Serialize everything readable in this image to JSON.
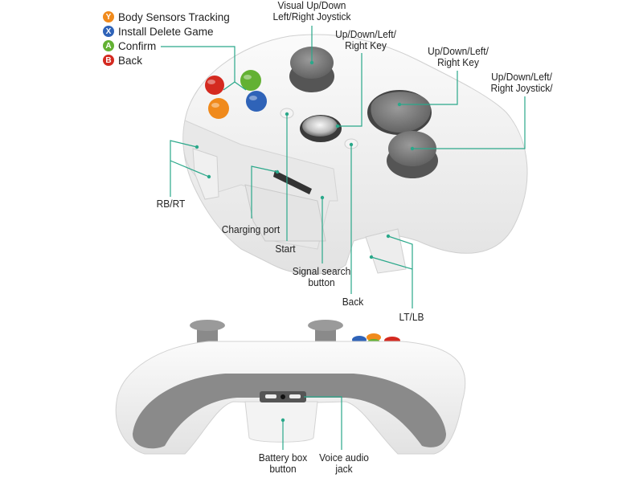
{
  "legend": {
    "items": [
      {
        "letter": "Y",
        "label": "Body Sensors Tracking",
        "color": "#f08a1c"
      },
      {
        "letter": "X",
        "label": "Install Delete Game",
        "color": "#2f63b8"
      },
      {
        "letter": "A",
        "label": "Confirm",
        "color": "#63b133"
      },
      {
        "letter": "B",
        "label": "Back",
        "color": "#d42a20"
      }
    ]
  },
  "callouts": {
    "visual_joystick": {
      "line1": "Visual Up/Down",
      "line2": "Left/Right Joystick"
    },
    "dpad_key_left": {
      "line1": "Up/Down/Left/",
      "line2": "Right Key"
    },
    "dpad_key_right": {
      "line1": "Up/Down/Left/",
      "line2": "Right Key"
    },
    "right_joystick": {
      "line1": "Up/Down/Left/",
      "line2": "Right Joystick/"
    },
    "rb_rt": "RB/RT",
    "charging_port": "Charging port",
    "start": "Start",
    "signal_search": {
      "line1": "Signal search",
      "line2": "button"
    },
    "back": "Back",
    "lt_lb": "LT/LB",
    "battery_box": {
      "line1": "Battery box",
      "line2": "button"
    },
    "voice_audio": {
      "line1": "Voice audio",
      "line2": "jack"
    }
  },
  "colors": {
    "leader_line": "#2aa88a",
    "controller_body": "#eeeeee",
    "stick_gray": "#7a7a7a",
    "grip_gray": "#8a8a8a"
  }
}
